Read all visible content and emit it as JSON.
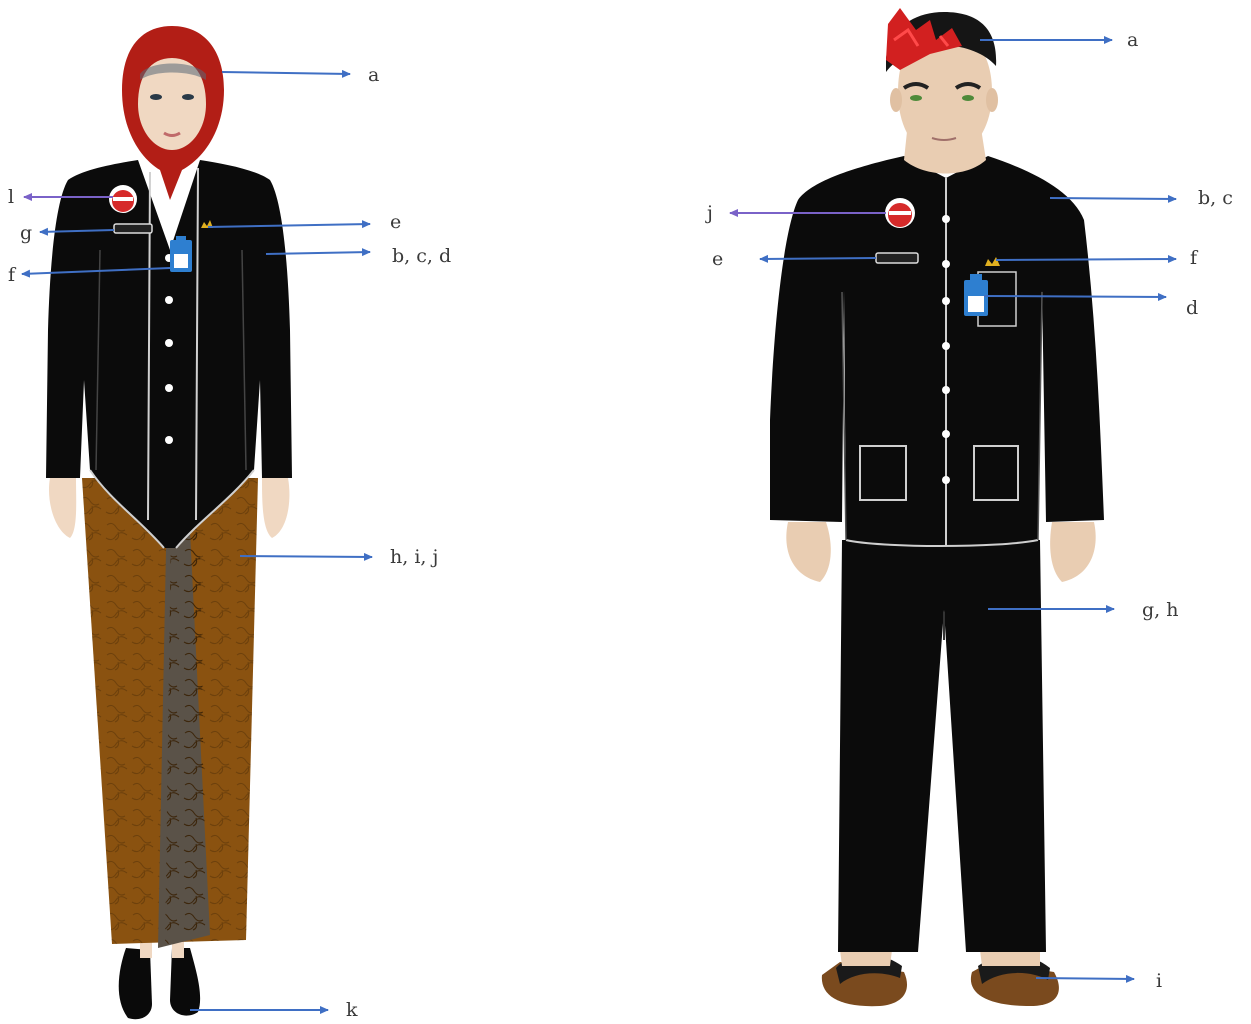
{
  "female_figure": {
    "labels": {
      "a": "a",
      "l": "l",
      "e": "e",
      "g": "g",
      "bcd": "b, c, d",
      "f": "f",
      "hij": "h, i, j",
      "k": "k"
    }
  },
  "male_figure": {
    "labels": {
      "a": "a",
      "bc": "b, c",
      "j": "j",
      "e": "e",
      "f": "f",
      "d": "d",
      "gh": "g, h",
      "i": "i"
    }
  },
  "colors": {
    "arrow_blue": "#3f6fc4",
    "arrow_purple": "#7a62c8",
    "garment_black": "#0b0b0b",
    "hijab_red": "#b21e16",
    "batik_brown": "#8a5210",
    "skin": "#f0d8c2",
    "male_skin": "#e9cdb2"
  },
  "icons": [
    "badge-icon",
    "name-tag-icon",
    "id-card-icon",
    "crown-pin-icon"
  ]
}
